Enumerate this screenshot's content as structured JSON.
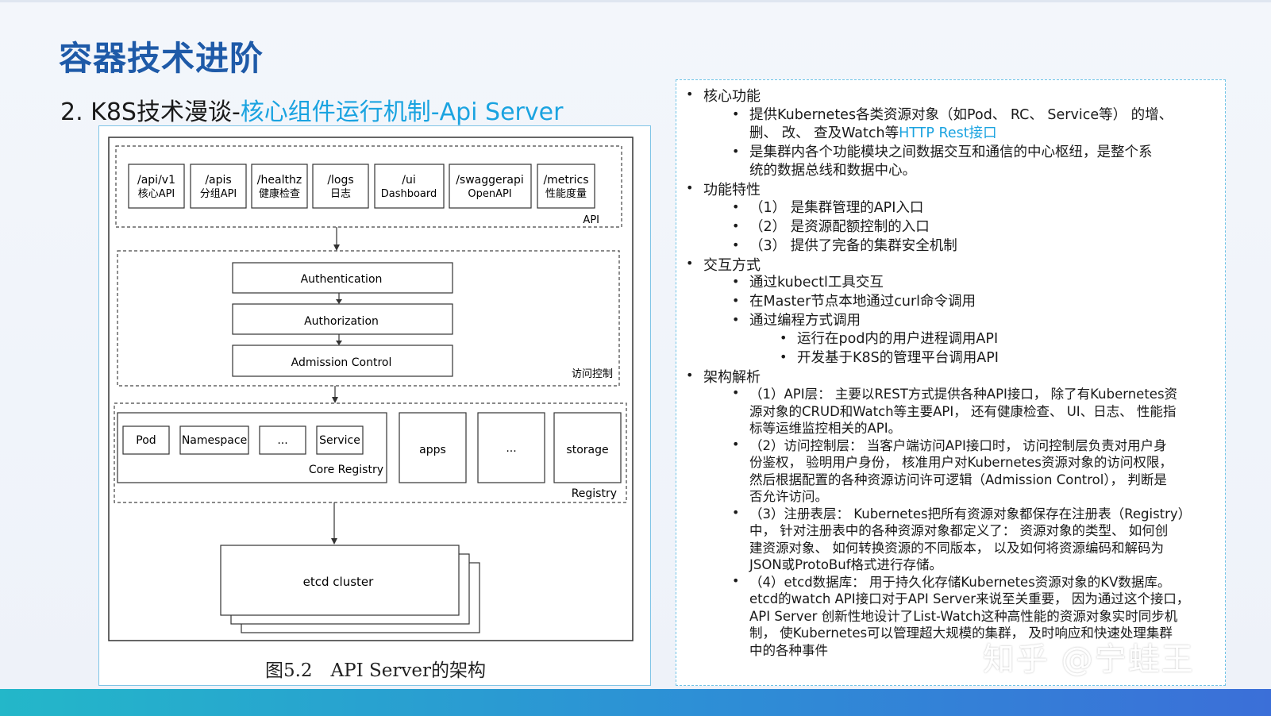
{
  "slide": {
    "title": "容器技术进阶",
    "subtitle_prefix": "2. K8S技术漫谈-",
    "subtitle_highlight": "核心组件运行机制-Api Server"
  },
  "figure": {
    "api_boxes": [
      {
        "line1": "/api/v1",
        "line2": "核心API"
      },
      {
        "line1": "/apis",
        "line2": "分组API"
      },
      {
        "line1": "/healthz",
        "line2": "健康检查"
      },
      {
        "line1": "/logs",
        "line2": "日志"
      },
      {
        "line1": "/ui",
        "line2": "Dashboard"
      },
      {
        "line1": "/swaggerapi",
        "line2": "OpenAPI"
      },
      {
        "line1": "/metrics",
        "line2": "性能度量"
      }
    ],
    "api_label": "API",
    "access_boxes": [
      "Authentication",
      "Authorization",
      "Admission Control"
    ],
    "access_label": "访问控制",
    "core_boxes": [
      "Pod",
      "Namespace",
      "...",
      "Service"
    ],
    "core_label": "Core Registry",
    "registry_boxes": [
      "apps",
      "...",
      "storage"
    ],
    "registry_label": "Registry",
    "etcd_label": "etcd cluster",
    "caption": "图5.2　API Server的架构"
  },
  "panel": {
    "core_function": "核心功能",
    "cf1a": "提供Kubernetes各类资源对象（如Pod、 RC、 Service等） 的增、",
    "cf1b_text": "删、 改、 查及Watch等",
    "cf1b_link": "HTTP Rest接口",
    "cf2a": "是集群内各个功能模块之间数据交互和通信的中心枢纽，是整个系",
    "cf2b": "统的数据总线和数据中心。",
    "features": "功能特性",
    "f1": "（1） 是集群管理的API入口",
    "f2": "（2） 是资源配额控制的入口",
    "f3": "（3） 提供了完备的集群安全机制",
    "interaction": "交互方式",
    "i1": "通过kubectl工具交互",
    "i2": "在Master节点本地通过curl命令调用",
    "i3": "通过编程方式调用",
    "i3a": "运行在pod内的用户进程调用API",
    "i3b": "开发基于K8S的管理平台调用API",
    "arch": "架构解析",
    "a1_1": "（1）API层： 主要以REST方式提供各种API接口， 除了有Kubernetes资",
    "a1_2": "源对象的CRUD和Watch等主要API， 还有健康检查、 UI、日志、 性能指",
    "a1_3": "标等运维监控相关的API。",
    "a2_1": "（2）访问控制层： 当客户端访问API接口时， 访问控制层负责对用户身",
    "a2_2": "份鉴权， 验明用户身份， 核准用户对Kubernetes资源对象的访问权限，",
    "a2_3": "然后根据配置的各种资源访问许可逻辑（Admission Control）， 判断是",
    "a2_4": "否允许访问。",
    "a3_1": "（3）注册表层： Kubernetes把所有资源对象都保存在注册表（Registry）",
    "a3_2": "中， 针对注册表中的各种资源对象都定义了： 资源对象的类型、 如何创",
    "a3_3": "建资源对象、 如何转换资源的不同版本， 以及如何将资源编码和解码为",
    "a3_4": "JSON或ProtoBuf格式进行存储。",
    "a4_1": "（4）etcd数据库： 用于持久化存储Kubernetes资源对象的KV数据库。",
    "a4_2": "etcd的watch API接口对于API Server来说至关重要， 因为通过这个接口，",
    "a4_3": "API Server 创新性地设计了List-Watch这种高性能的资源对象实时同步机",
    "a4_4": "制， 使Kubernetes可以管理超大规模的集群， 及时响应和快速处理集群",
    "a4_5": "中的各种事件"
  },
  "watermark": "知乎 @宁蛙王"
}
